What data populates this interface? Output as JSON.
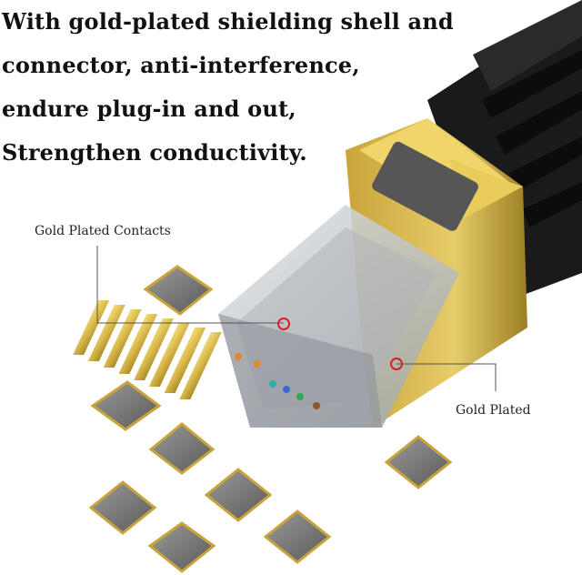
{
  "headline": {
    "lines": [
      "With gold-plated shielding shell and",
      "connector, anti-interference,",
      "endure plug-in and out,",
      "Strengthen conductivity."
    ]
  },
  "callouts": {
    "contacts_label": "Gold Plated Contacts",
    "shell_label": "Gold Plated",
    "marker_color": "#d62020"
  },
  "colors": {
    "gold": "#d9b84a",
    "gold_dark": "#a88a2a",
    "cable": "#1a1a1a",
    "clear_plastic": "#c8ccd0"
  }
}
